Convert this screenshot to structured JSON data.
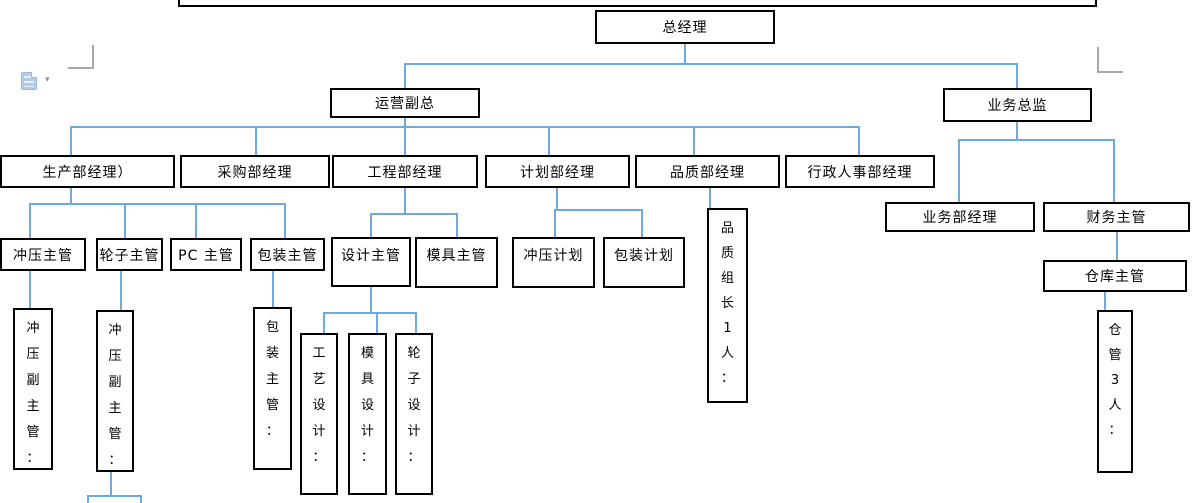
{
  "colors": {
    "connector": "#6fa8dc",
    "box_border": "#000000",
    "crop_mark": "#a8a8a8"
  },
  "toolbar": {
    "paste_arrow": "▾"
  },
  "org": {
    "gm": "总经理",
    "ops_vp": "运营副总",
    "biz_dir": "业务总监",
    "prod_mgr": "生产部经理）",
    "purch_mgr": "采购部经理",
    "eng_mgr": "工程部经理",
    "plan_mgr": "计划部经理",
    "quality_mgr": "品质部经理",
    "admin_hr_mgr": "行政人事部经理",
    "stamp_sup": "冲压主管",
    "wheel_sup": "轮子主管",
    "pc_sup": "PC 主管",
    "pack_sup": "包装主管",
    "design_sup": "设计主管",
    "mold_sup": "模具主管",
    "stamp_plan": "冲压计划",
    "pack_plan": "包装计划",
    "quality_lead": "品\n质\n组\n长\n1\n人\n：",
    "biz_mgr": "业务部经理",
    "finance_sup": "财务主管",
    "warehouse_sup": "仓库主管",
    "stamp_deputy1": "冲\n压\n副\n主\n管\n：",
    "stamp_deputy2": "冲\n压\n副\n主\n管\n：",
    "pack_sup_v": "包\n装\n主\n管\n：",
    "craft_design": "工\n艺\n设\n计\n：",
    "mold_design": "模\n具\n设\n计\n：",
    "wheel_design": "轮\n子\n设\n计\n：",
    "warehouse_staff": "仓\n管\n3\n人\n："
  }
}
